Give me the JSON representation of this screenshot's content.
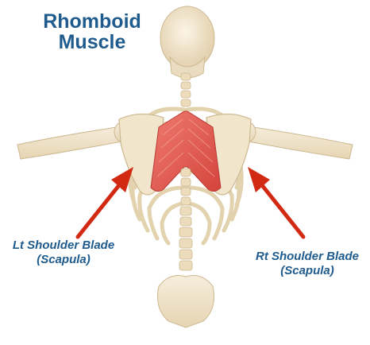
{
  "title": {
    "line1": "Rhomboid",
    "line2": "Muscle"
  },
  "labels": {
    "left": {
      "line1": "Lt Shoulder Blade",
      "line2": "(Scapula)"
    },
    "right": {
      "line1": "Rt Shoulder Blade",
      "line2": "(Scapula)"
    }
  },
  "colors": {
    "title_text": "#1f5b8d",
    "label_text": "#1f5b8d",
    "arrow": "#d22a12",
    "muscle": "#e0574f",
    "bone": "#efe3c8",
    "bone_outline": "#cdb890"
  },
  "illustration": "posterior skeleton torso with rhomboid muscle between shoulder blades"
}
